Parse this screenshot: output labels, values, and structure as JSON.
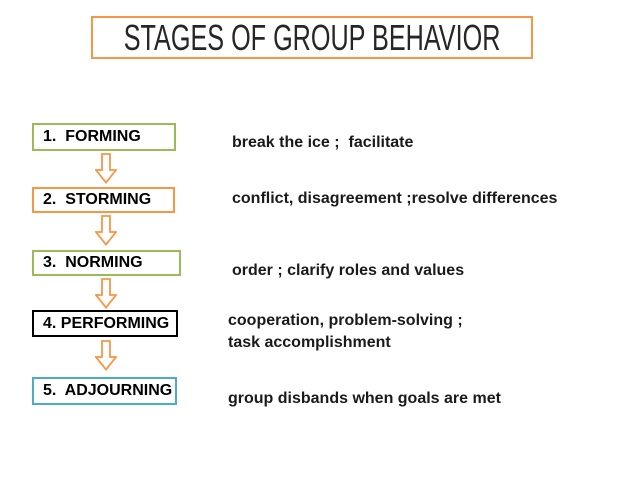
{
  "slide": {
    "title": "STAGES OF GROUP BEHAVIOR",
    "title_border_color": "#F79646",
    "background_color": "#FFFFFF",
    "text_color": "#000000"
  },
  "stages": [
    {
      "label": "1.  FORMING",
      "description": "break the ice ;  facilitate",
      "box_color": "#9BBB59"
    },
    {
      "label": "2.  STORMING",
      "description": "conflict, disagreement ;resolve differences",
      "box_color": "#F79646"
    },
    {
      "label": "3.  NORMING",
      "description": "order ; clarify roles and values",
      "box_color": "#9BBB59"
    },
    {
      "label": "4. PERFORMING",
      "description": "cooperation, problem-solving ;\ntask accomplishment",
      "box_color": "#000000"
    },
    {
      "label": "5.  ADJOURNING",
      "description": "group disbands when goals are met",
      "box_color": "#4BACC6"
    }
  ],
  "arrow": {
    "icon": "down-block-arrow",
    "outline_color": "#F79646",
    "fill_color": "#FFFFFF"
  }
}
